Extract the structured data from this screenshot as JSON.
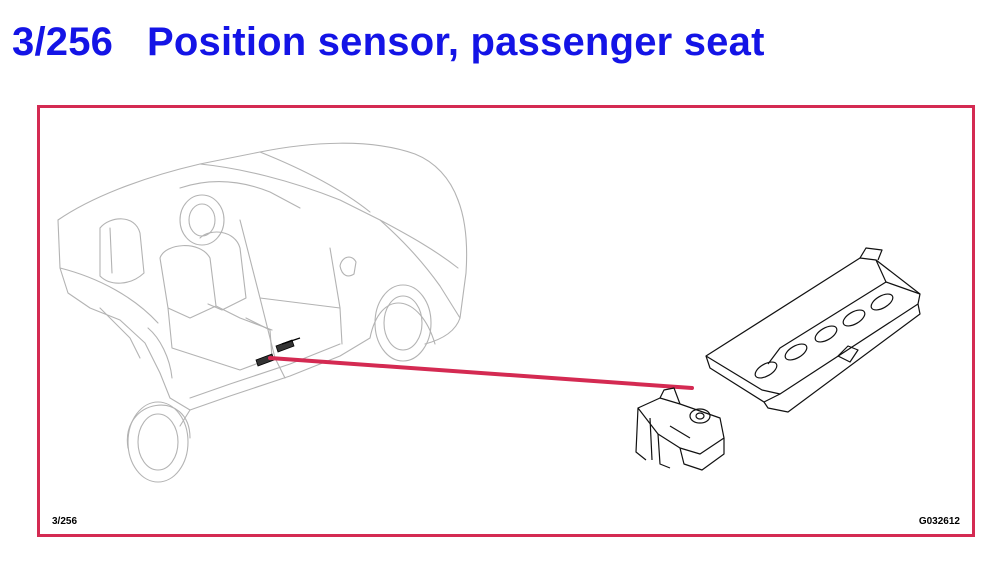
{
  "title": "3/256   Position sensor, passenger seat",
  "figure": {
    "ref_left": "3/256",
    "ref_right": "G032612"
  },
  "colors": {
    "title": "#1414e6",
    "frame": "#d42a52",
    "leader_line": "#d42a52",
    "sketch": "#b3b3b3"
  }
}
